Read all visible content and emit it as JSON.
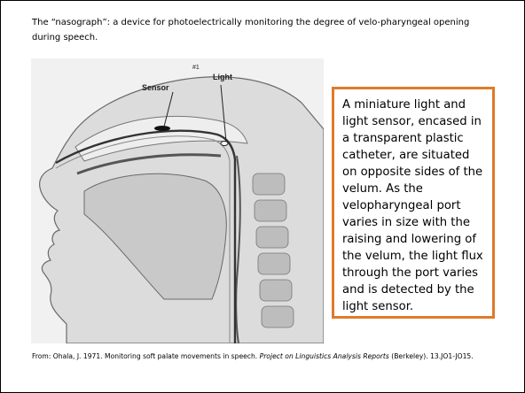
{
  "slide": {
    "heading": "The “nasograph”:  a device for photoelectrically monitoring the degree of velo-pharyngeal opening during speech.",
    "figure": {
      "label_sensor": "Sensor",
      "label_light": "Light",
      "label_fig": "#1"
    },
    "callout": "A miniature light and light sensor, encased in a transparent plastic catheter, are situated on opposite sides of the velum.  As the velopharyngeal port varies in size with the raising and lowering of the velum, the light flux through the port varies and is detected by the light sensor.",
    "citation": {
      "prefix": "From:  Ohala, J.  1971.  Monitoring soft palate movements in speech.  ",
      "title": "Project on Linguistics Analysis Reports",
      "suffix": " (Berkeley).  13.JO1-JO15."
    },
    "accent_color": "#e07a2a"
  }
}
